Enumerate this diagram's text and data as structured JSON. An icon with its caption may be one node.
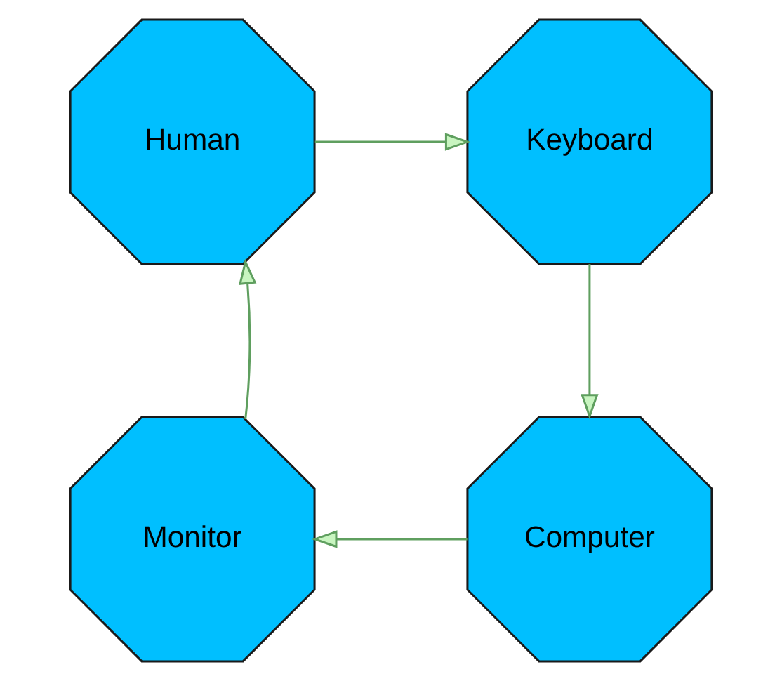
{
  "diagram": {
    "nodes": [
      {
        "text": [
          "Human"
        ]
      },
      {
        "text": [
          "Keyboard"
        ]
      },
      {
        "text": [
          "Computer"
        ]
      },
      {
        "text": [
          "Monitor"
        ]
      }
    ],
    "edges": [
      {
        "from": 0,
        "to": 1,
        "arrow": "to"
      },
      {
        "from": 1,
        "to": 2,
        "arrow": "to"
      },
      {
        "from": 2,
        "to": 3,
        "arrow": "to"
      },
      {
        "from": 3,
        "to": 0,
        "arrow": "to"
      }
    ]
  }
}
